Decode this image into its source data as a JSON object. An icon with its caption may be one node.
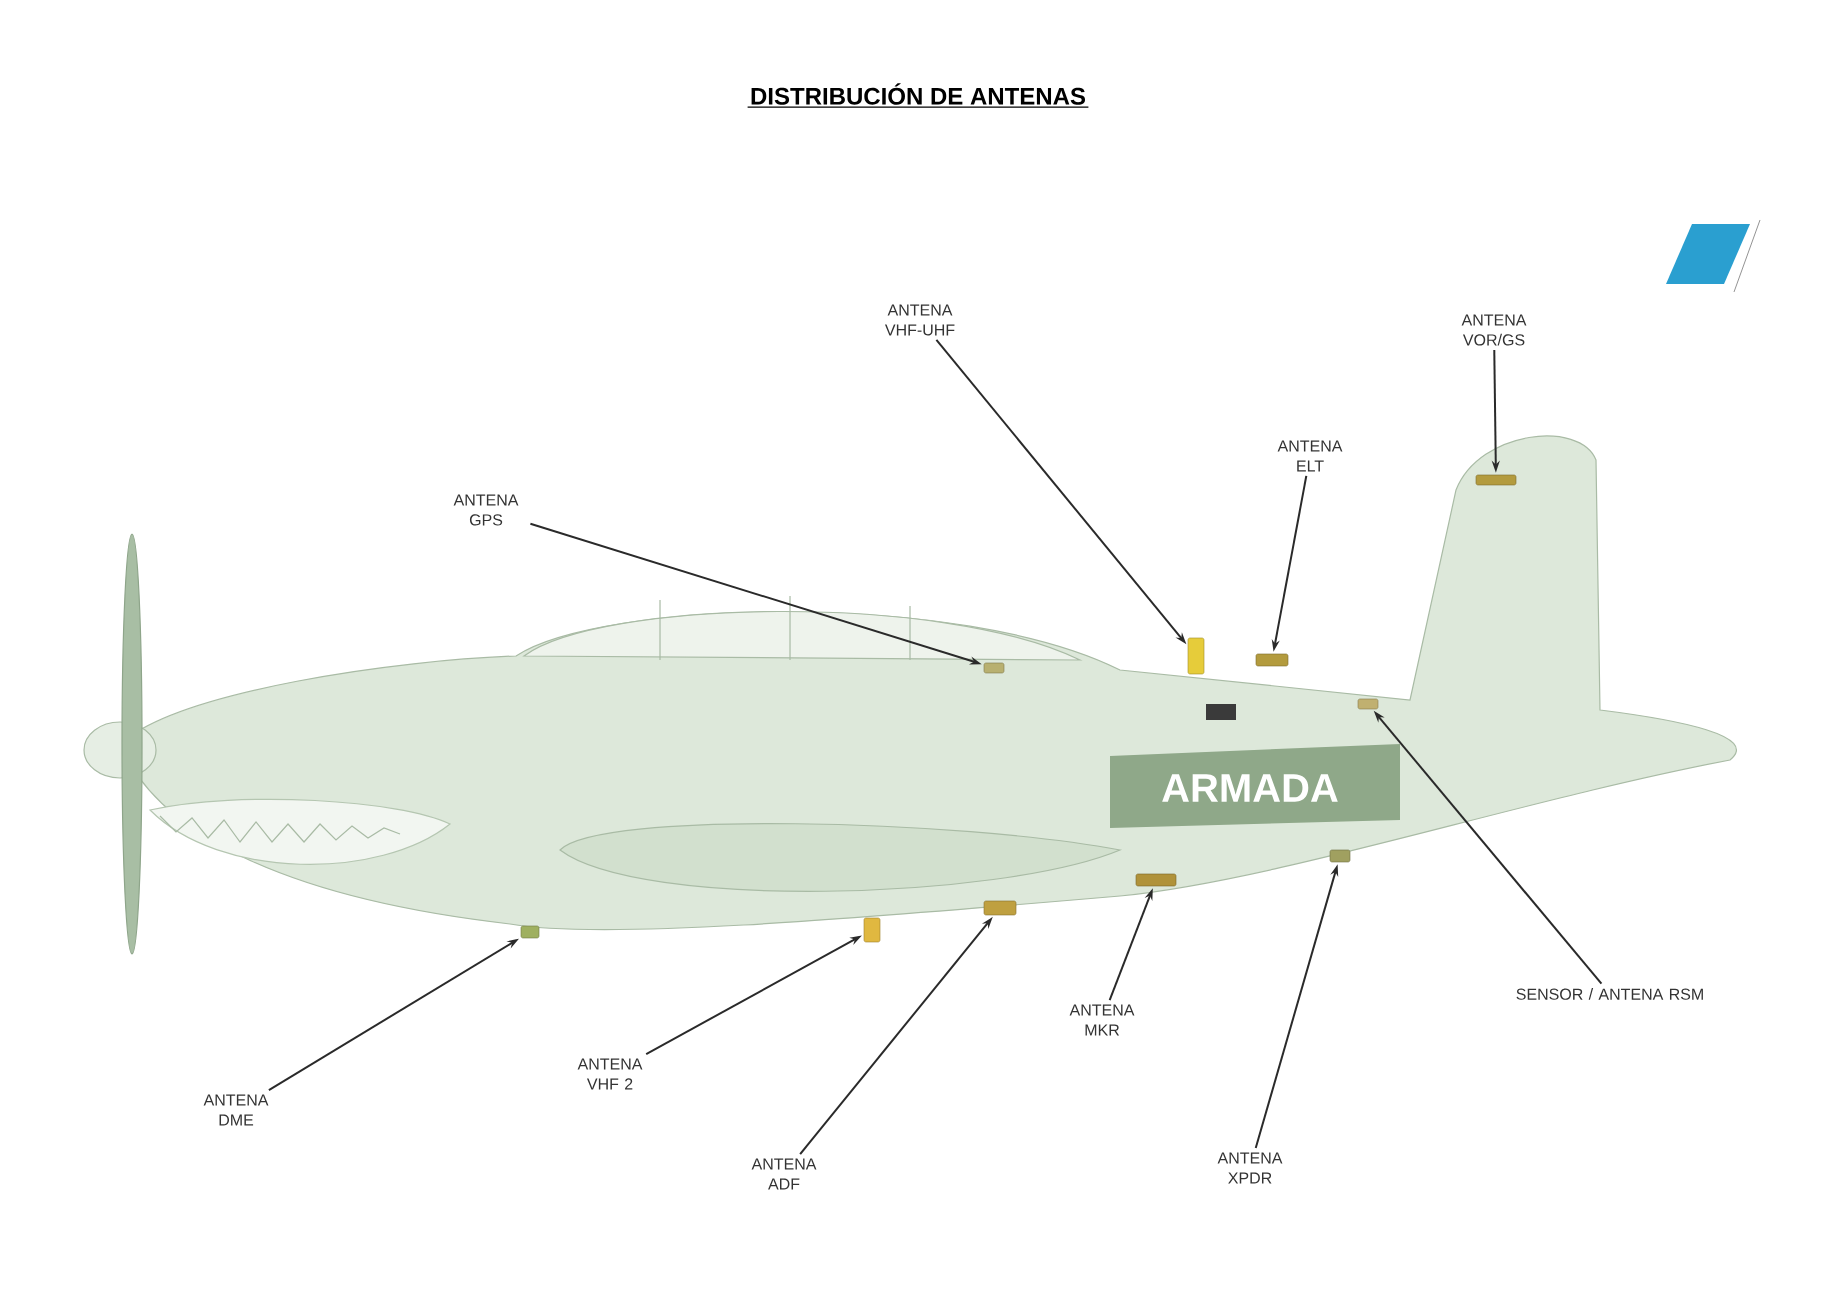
{
  "diagram": {
    "title": "DISTRIBUCIÓN DE ANTENAS",
    "nodes": [
      {
        "text": [
          "ANTENA VHF-UHF"
        ]
      },
      {
        "text": [
          "ANTENA VOR/GS"
        ]
      },
      {
        "text": [
          "ANTENA ELT"
        ]
      },
      {
        "text": [
          "ANTENA GPS"
        ]
      },
      {
        "text": [
          "SENSOR / ANTENA RSM"
        ]
      },
      {
        "text": [
          "ANTENA MKR"
        ]
      },
      {
        "text": [
          "ANTENA VHF 2"
        ]
      },
      {
        "text": [
          "ANTENA DME"
        ]
      },
      {
        "text": [
          "ANTENA XPDR"
        ]
      },
      {
        "text": [
          "ANTENA ADF"
        ]
      },
      {
        "text": [],
        "shape": "box"
      },
      {
        "text": [],
        "shape": "box"
      },
      {
        "text": [],
        "shape": "box"
      },
      {
        "text": [],
        "shape": "box"
      },
      {
        "text": [],
        "shape": "box"
      },
      {
        "text": [],
        "shape": "box"
      },
      {
        "text": [],
        "shape": "box"
      },
      {
        "text": [],
        "shape": "box"
      },
      {
        "text": [],
        "shape": "box"
      },
      {
        "text": [],
        "shape": "box"
      }
    ],
    "edges": [
      {
        "from": 0,
        "to": 10,
        "arrow": "to"
      },
      {
        "from": 1,
        "to": 11,
        "arrow": "to"
      },
      {
        "from": 2,
        "to": 12,
        "arrow": "to"
      },
      {
        "from": 3,
        "to": 13,
        "arrow": "to"
      },
      {
        "from": 4,
        "to": 14,
        "arrow": "to"
      },
      {
        "from": 5,
        "to": 15,
        "arrow": "to"
      },
      {
        "from": 6,
        "to": 16,
        "arrow": "to"
      },
      {
        "from": 7,
        "to": 17,
        "arrow": "to"
      },
      {
        "from": 8,
        "to": 18,
        "arrow": "to"
      },
      {
        "from": 9,
        "to": 19,
        "arrow": "to"
      }
    ],
    "labels": [
      "ARMADA"
    ]
  }
}
